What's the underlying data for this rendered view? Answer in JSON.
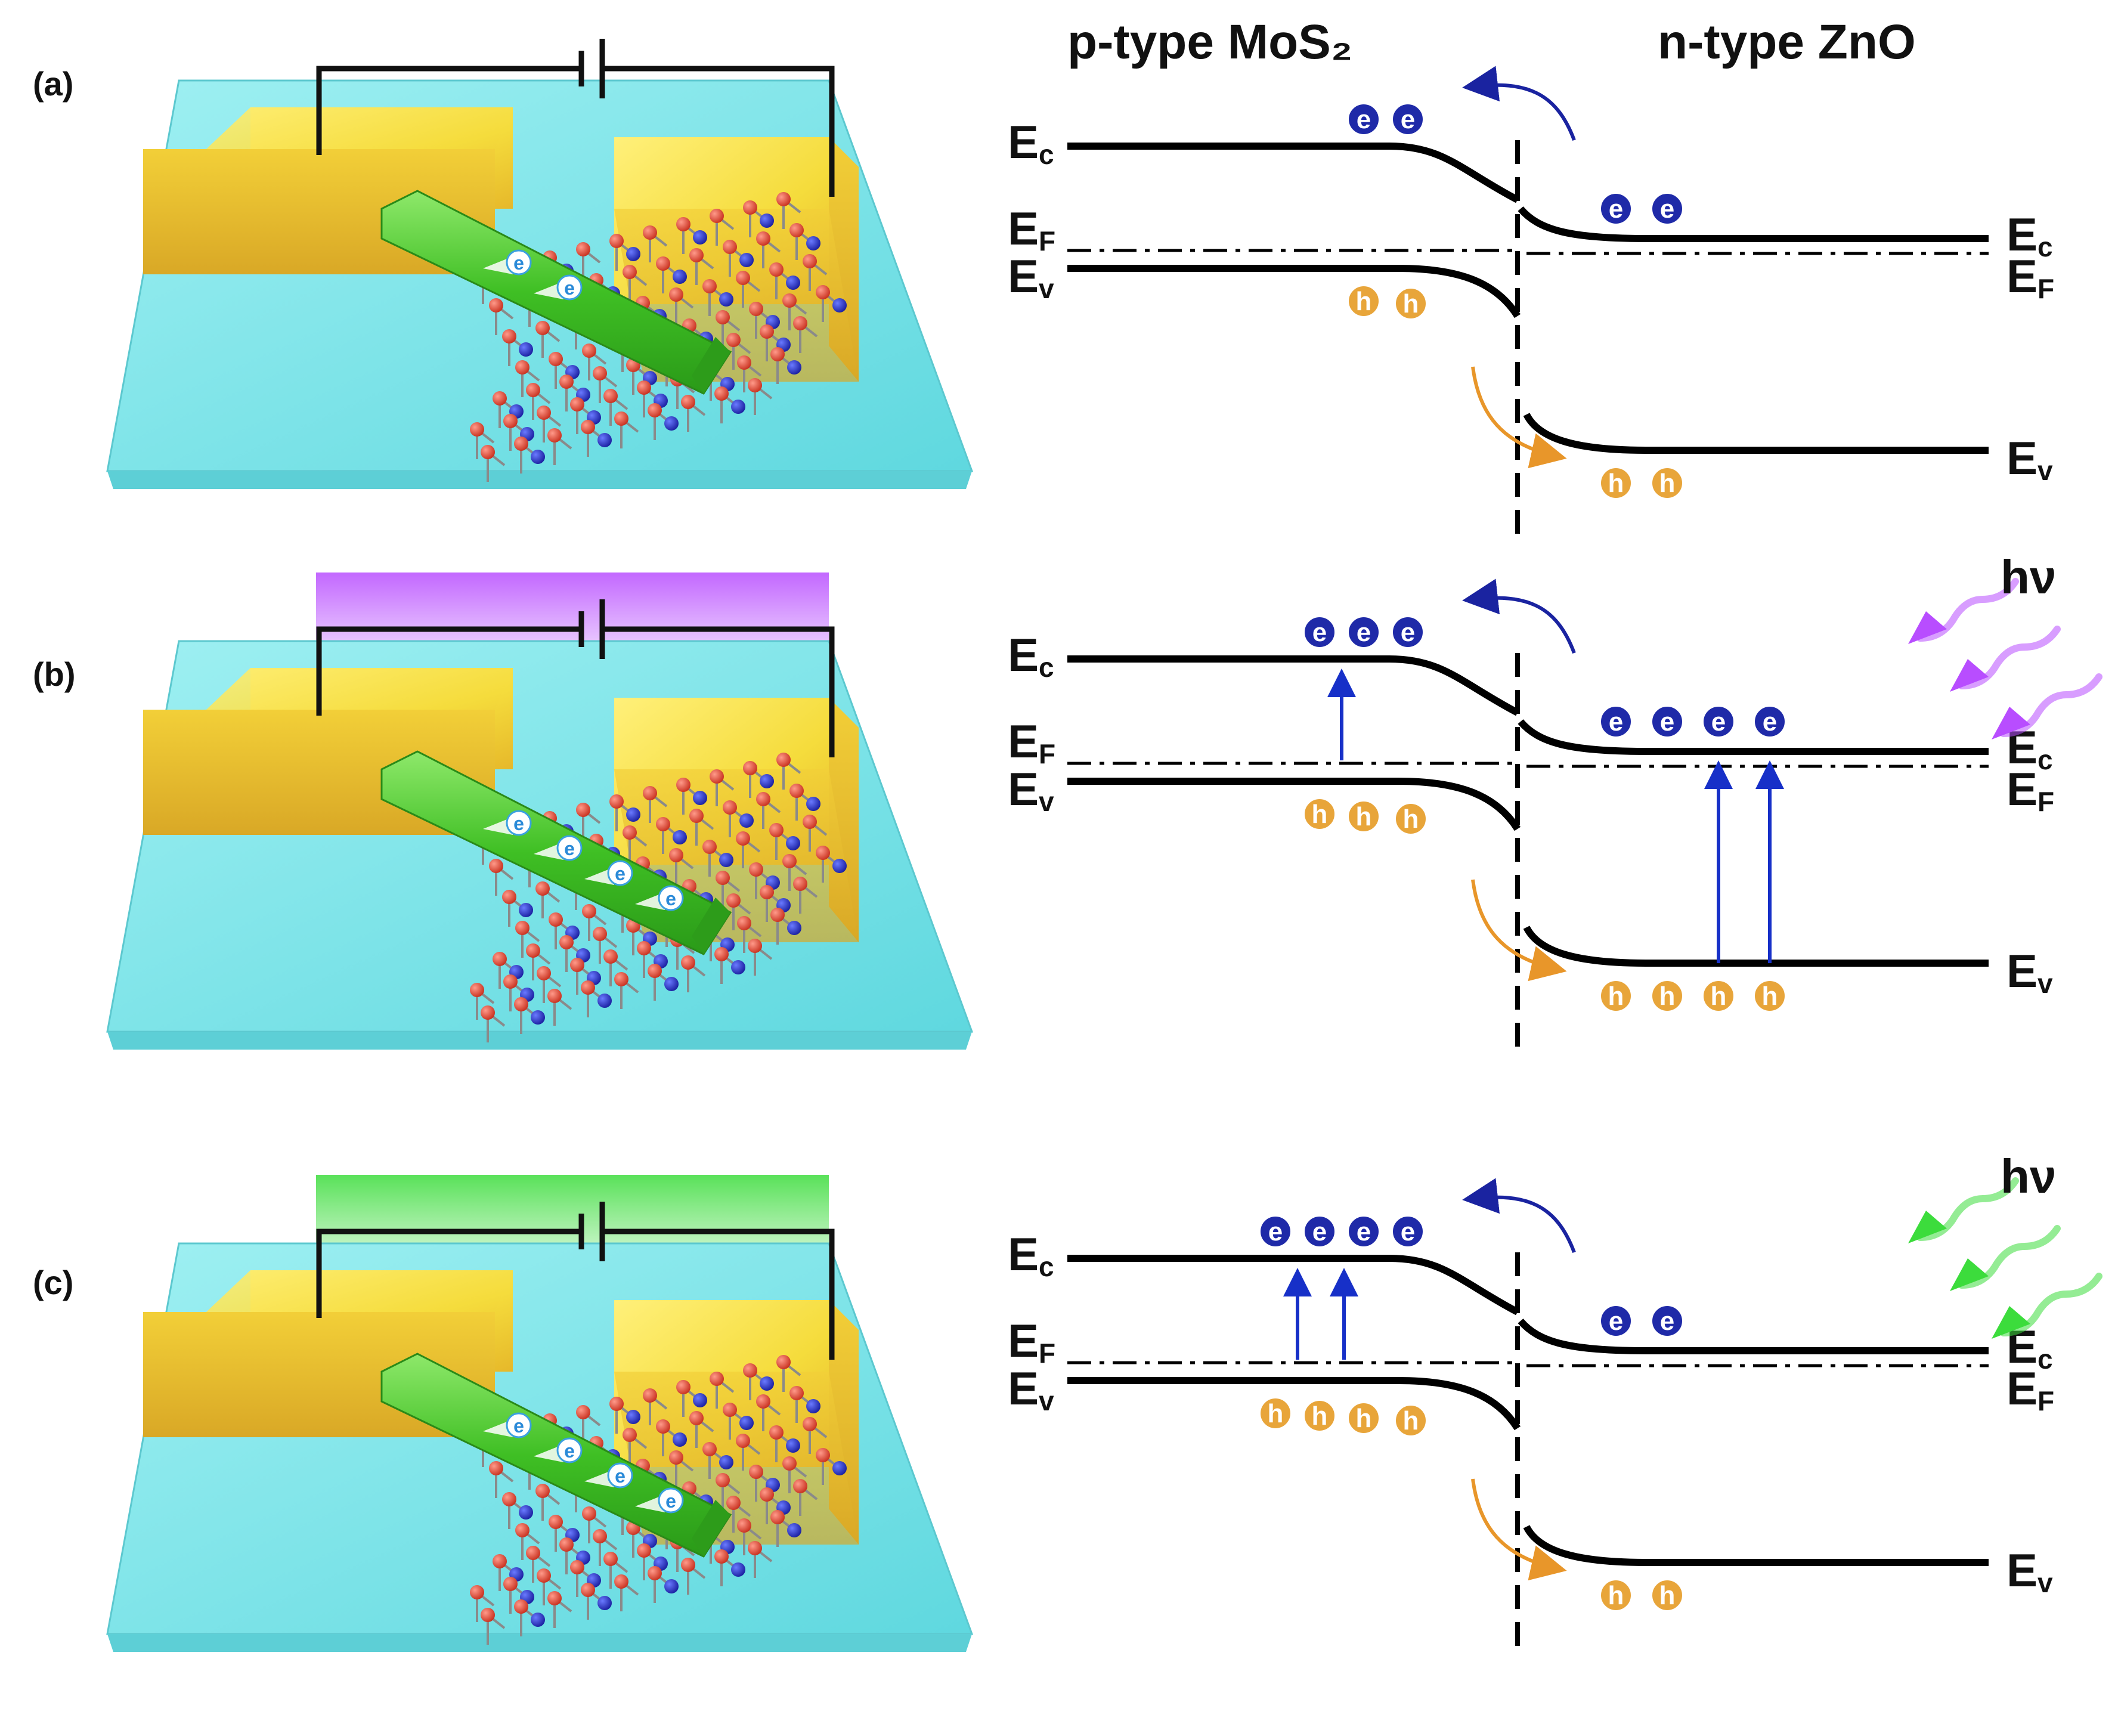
{
  "header": {
    "left_material": "p-type MoS₂",
    "right_material": "n-type ZnO"
  },
  "labels": {
    "ec": "Ec",
    "ef": "EF",
    "ev": "Ev",
    "photon": "hν",
    "electron": "e",
    "hole": "h"
  },
  "panels": [
    {
      "label": "(a)",
      "illumination": "none",
      "mos2_electrons": 2,
      "mos2_holes": 2,
      "zno_electrons": 2,
      "zno_holes": 2,
      "mos2_excitations": 0,
      "zno_excitations": 0,
      "nanorod_electrons": 2
    },
    {
      "label": "(b)",
      "illumination": "violet",
      "mos2_electrons": 3,
      "mos2_holes": 3,
      "zno_electrons": 4,
      "zno_holes": 4,
      "mos2_excitations": 1,
      "zno_excitations": 2,
      "nanorod_electrons": 4
    },
    {
      "label": "(c)",
      "illumination": "green",
      "mos2_electrons": 4,
      "mos2_holes": 4,
      "zno_electrons": 2,
      "zno_holes": 2,
      "mos2_excitations": 2,
      "zno_excitations": 0,
      "nanorod_electrons": 4
    }
  ],
  "colors": {
    "electron": "#1f2aa8",
    "hole": "#e8a53a",
    "electron_arrow": "#1a23a0",
    "hole_arrow": "#e8962a",
    "excitation_arrow": "#1730c8",
    "violet_light": "#b84dff",
    "green_light": "#3cdc3c",
    "substrate": "#7fe6ea",
    "electrode": "#f2dc3a",
    "nanorod": "#4cc42c",
    "band_line": "#000000"
  }
}
